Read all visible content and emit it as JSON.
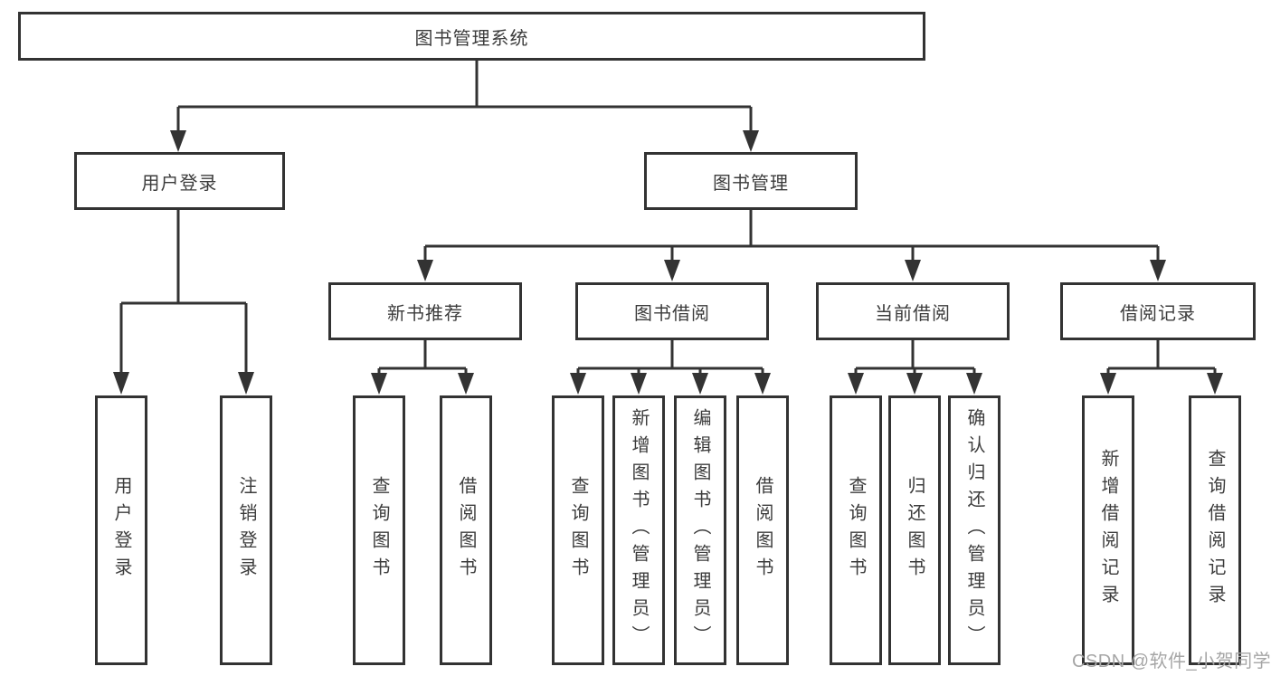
{
  "diagram": {
    "title": "图书管理系统",
    "colors": {
      "line": "#333333",
      "box_border": "#333333",
      "text": "#3c3c3c",
      "background": "#ffffff",
      "watermark": "#a6a6a6"
    }
  },
  "nodes": {
    "root": {
      "label": "图书管理系统"
    },
    "user_login": {
      "label": "用户登录"
    },
    "book_mgmt": {
      "label": "图书管理"
    },
    "new_books": {
      "label": "新书推荐"
    },
    "book_borrow": {
      "label": "图书借阅"
    },
    "current": {
      "label": "当前借阅"
    },
    "records": {
      "label": "借阅记录"
    },
    "leaf_login": {
      "label": "用户登录"
    },
    "leaf_logout": {
      "label": "注销登录"
    },
    "leaf_nb_search": {
      "label": "查询图书"
    },
    "leaf_nb_borrow": {
      "label": "借阅图书"
    },
    "leaf_bb_search": {
      "label": "查询图书"
    },
    "leaf_bb_add": {
      "label": "新增图书（管理员）"
    },
    "leaf_bb_edit": {
      "label": "编辑图书（管理员）"
    },
    "leaf_bb_borrow": {
      "label": "借阅图书"
    },
    "leaf_cb_search": {
      "label": "查询图书"
    },
    "leaf_cb_return": {
      "label": "归还图书"
    },
    "leaf_cb_confirm": {
      "label": "确认归还（管理员）"
    },
    "leaf_br_add": {
      "label": "新增借阅记录"
    },
    "leaf_br_search": {
      "label": "查询借阅记录"
    }
  },
  "watermark": {
    "text": "CSDN @软件_小贺同学"
  }
}
